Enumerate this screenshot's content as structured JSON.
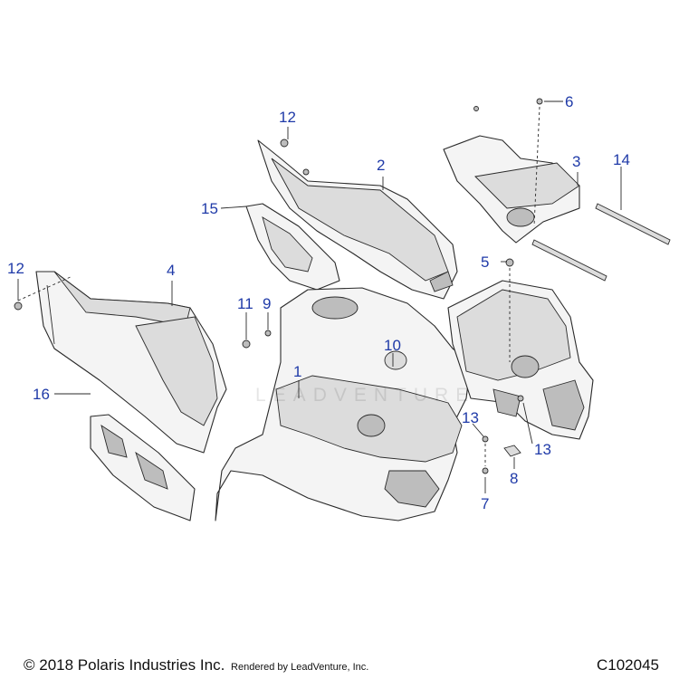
{
  "callouts": [
    {
      "id": "c1",
      "text": "1"
    },
    {
      "id": "c2",
      "text": "2"
    },
    {
      "id": "c3",
      "text": "3"
    },
    {
      "id": "c4",
      "text": "4"
    },
    {
      "id": "c5",
      "text": "5"
    },
    {
      "id": "c6",
      "text": "6"
    },
    {
      "id": "c7",
      "text": "7"
    },
    {
      "id": "c8",
      "text": "8"
    },
    {
      "id": "c9",
      "text": "9"
    },
    {
      "id": "c10",
      "text": "10"
    },
    {
      "id": "c11",
      "text": "11"
    },
    {
      "id": "c12a",
      "text": "12"
    },
    {
      "id": "c12b",
      "text": "12"
    },
    {
      "id": "c13a",
      "text": "13"
    },
    {
      "id": "c13b",
      "text": "13"
    },
    {
      "id": "c14",
      "text": "14"
    },
    {
      "id": "c15",
      "text": "15"
    },
    {
      "id": "c16",
      "text": "16"
    }
  ],
  "watermark": "LEADVENTURE",
  "footer": {
    "copyright": "© 2018 Polaris Industries Inc.",
    "rendered_by": "Rendered by LeadVenture, Inc.",
    "diagram_code": "C102045"
  },
  "colors": {
    "callout": "#1f3aa8",
    "line": "#2a2a2a"
  }
}
